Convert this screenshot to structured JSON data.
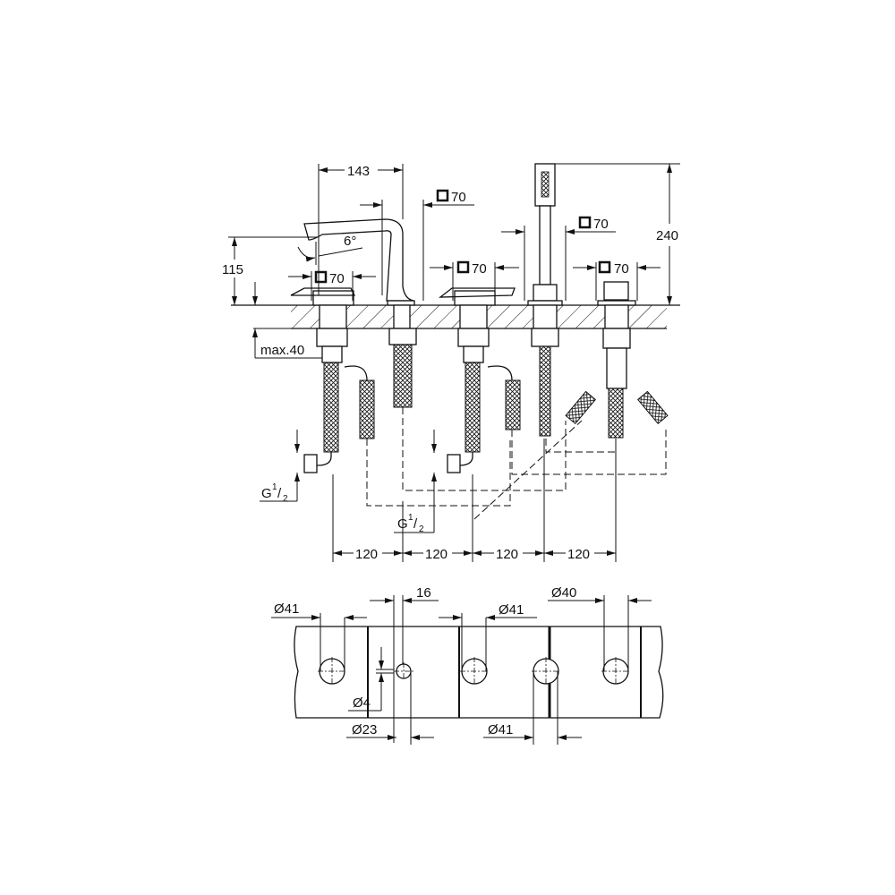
{
  "drawing": {
    "elevation_dims": {
      "spout_reach": "143",
      "total_height": "240",
      "spout_height": "115",
      "spout_angle": "6°",
      "deck_thickness": "max.40",
      "rosette_spout": "70",
      "rosette_left_handle": "70",
      "rosette_mid_handle": "70",
      "rosette_shower": "70",
      "rosette_diverter": "70",
      "spacing": [
        "120",
        "120",
        "120",
        "120"
      ],
      "thread_left": {
        "letter": "G",
        "num": "1",
        "den": "2"
      },
      "thread_mid": {
        "letter": "G",
        "num": "1",
        "den": "2"
      }
    },
    "plan_dims": {
      "hole1_dia": "Ø41",
      "hole2_offset": "16",
      "hole2_small_dia": "Ø4",
      "hole2_dia": "Ø23",
      "hole3_dia": "Ø41",
      "hole4_dia": "Ø41",
      "hole5_dia": "Ø40"
    }
  }
}
